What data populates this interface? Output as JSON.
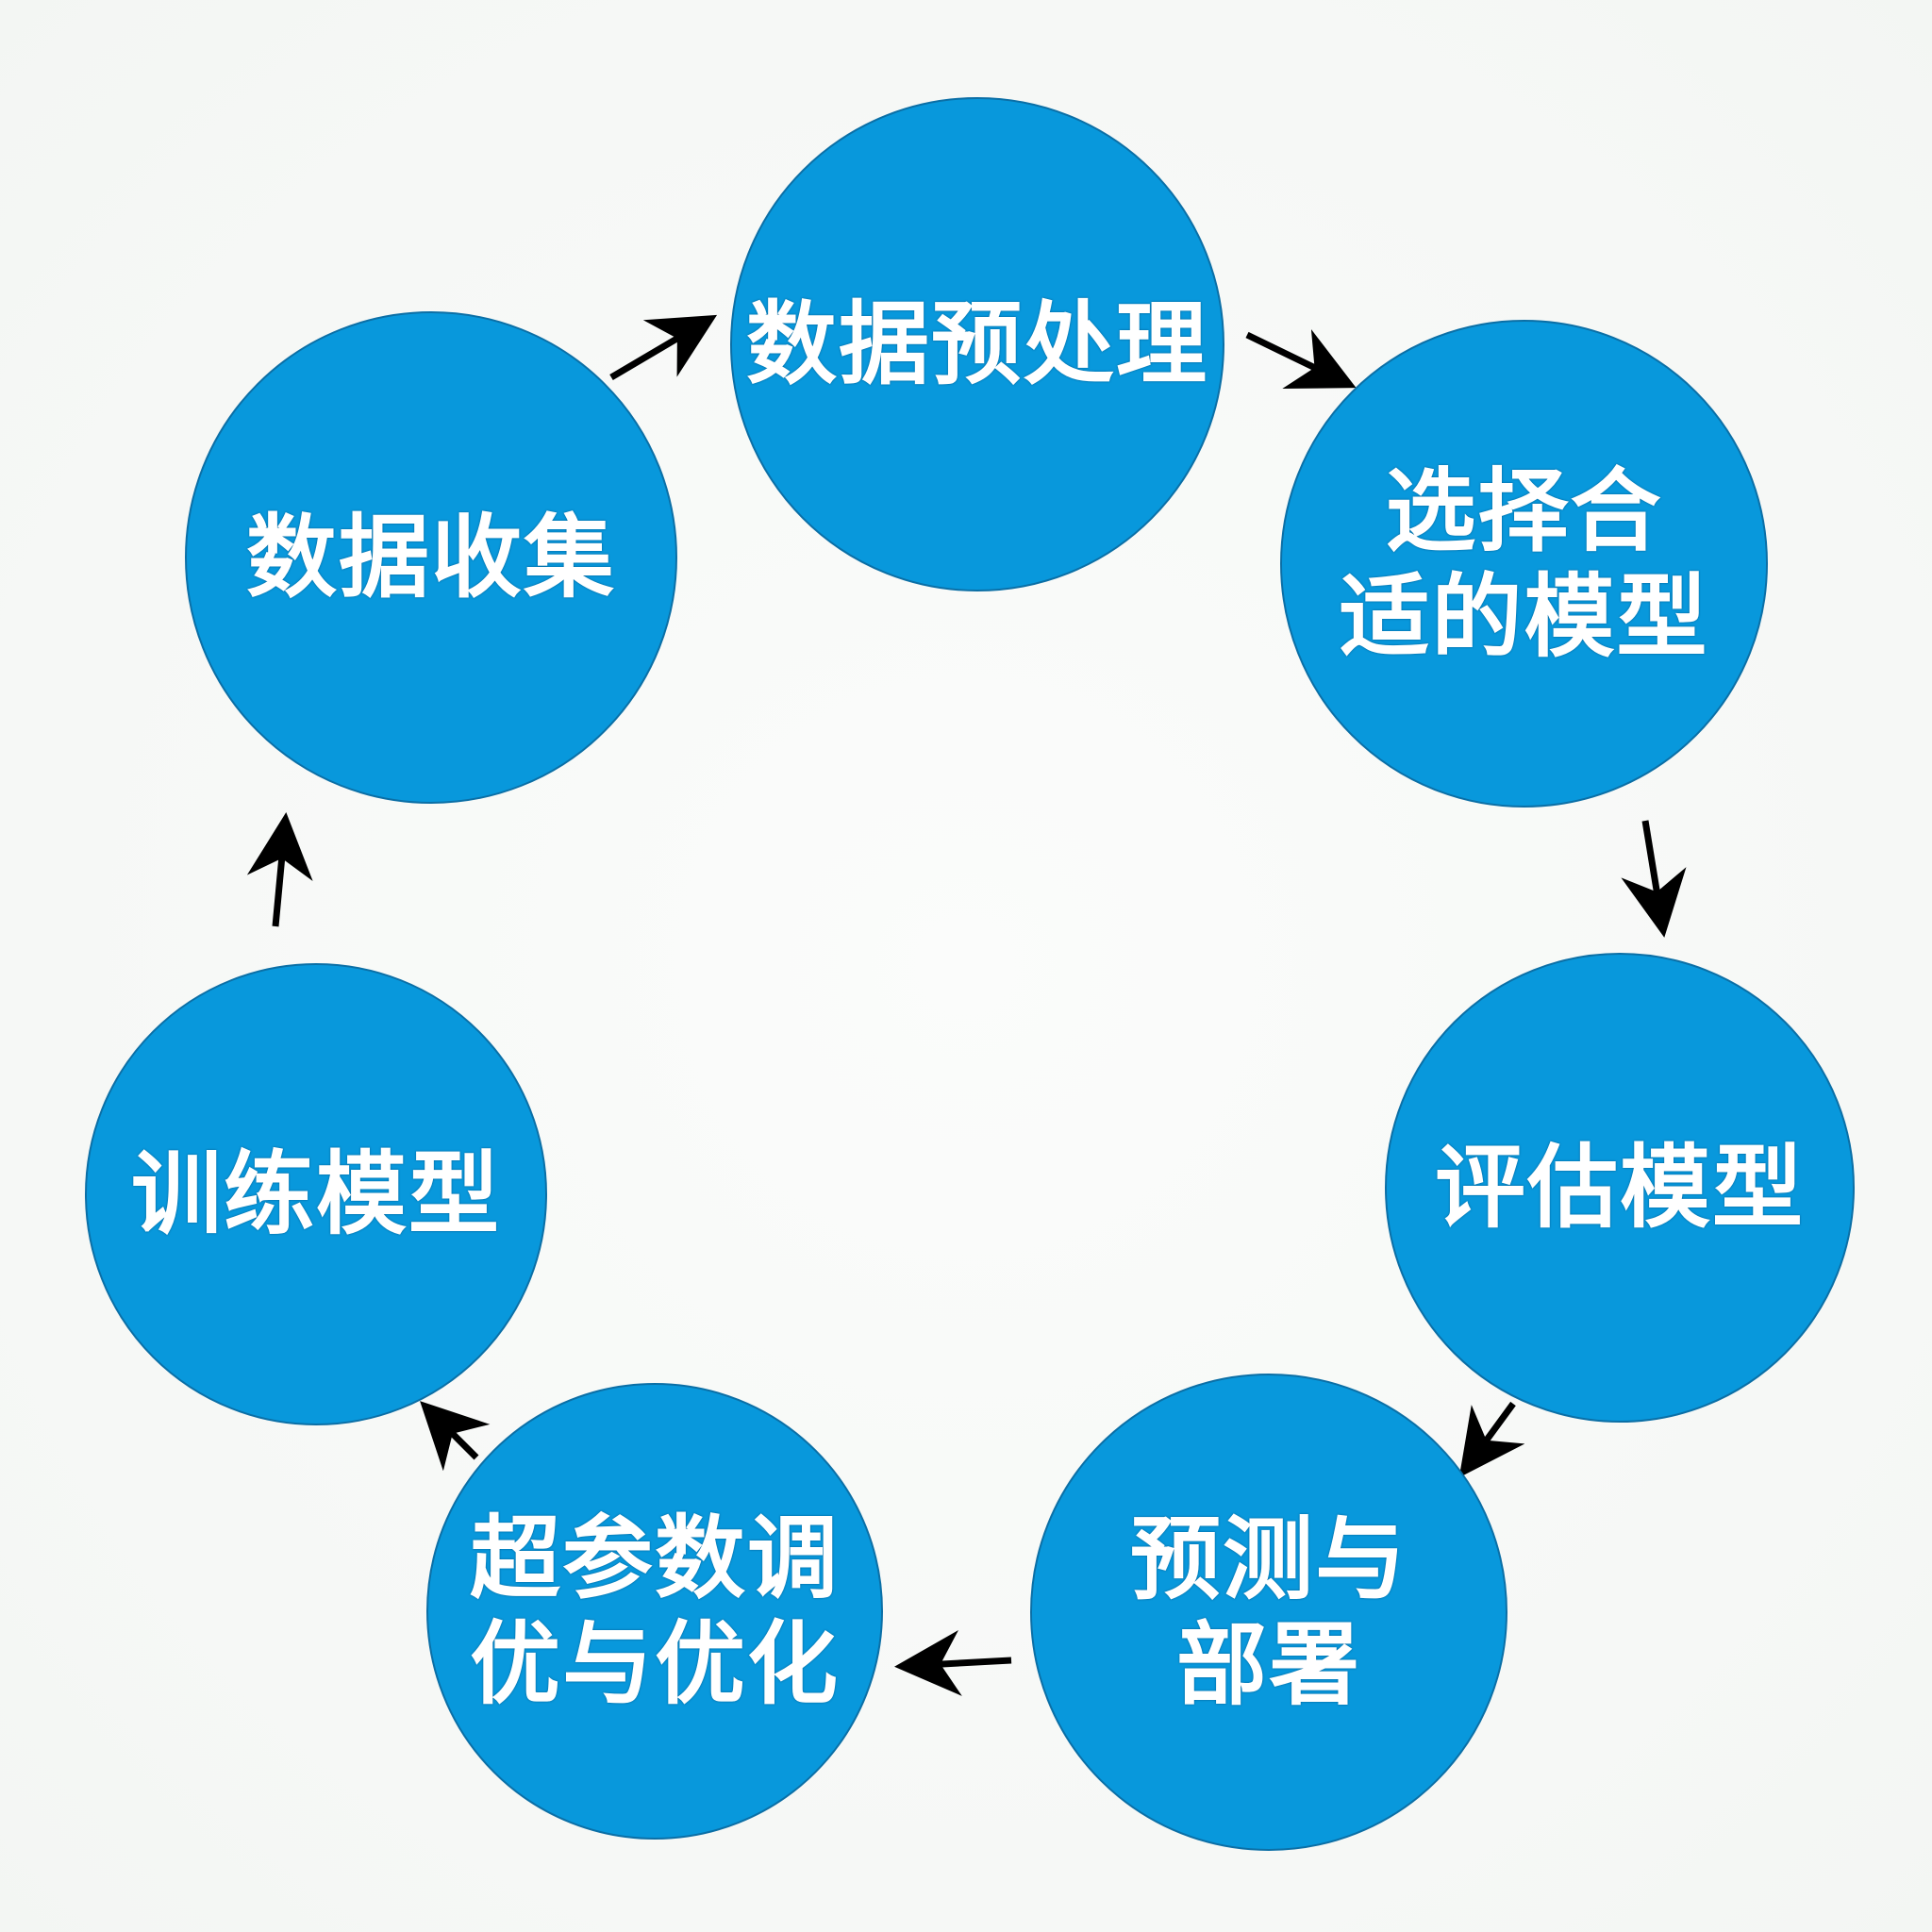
{
  "diagram": {
    "title": "",
    "colors": {
      "node_fill": "#0898dc",
      "node_stroke": "#0b6fa6",
      "label": "#ffffff",
      "arrow": "#000000",
      "background": "#f7f9f7"
    },
    "nodes": [
      {
        "id": "n1",
        "label": "数据收集"
      },
      {
        "id": "n2",
        "label": "数据预处理"
      },
      {
        "id": "n3",
        "label": "选择合\n适的模型"
      },
      {
        "id": "n4",
        "label": "评估模型"
      },
      {
        "id": "n5",
        "label": "预测与\n部署"
      },
      {
        "id": "n6",
        "label": "超参数调\n优与优化"
      },
      {
        "id": "n7",
        "label": "训练模型"
      }
    ],
    "edges": [
      {
        "from": "n1",
        "to": "n2"
      },
      {
        "from": "n2",
        "to": "n3"
      },
      {
        "from": "n3",
        "to": "n4"
      },
      {
        "from": "n4",
        "to": "n5"
      },
      {
        "from": "n5",
        "to": "n6"
      },
      {
        "from": "n6",
        "to": "n7"
      },
      {
        "from": "n7",
        "to": "n1"
      }
    ]
  }
}
